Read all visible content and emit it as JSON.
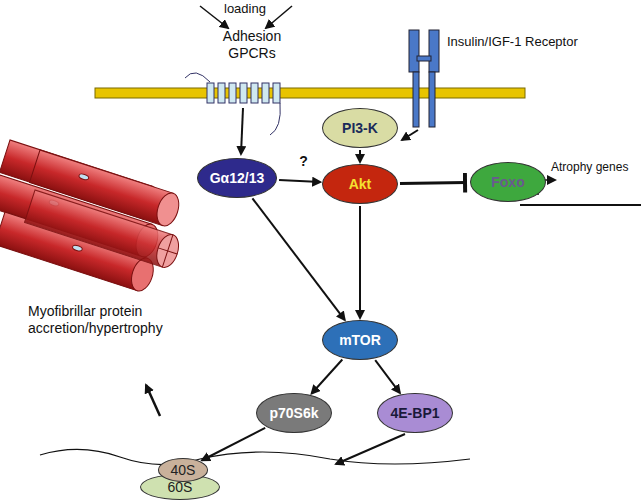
{
  "diagram": {
    "nodes": [
      {
        "text": [
          "PI3-K"
        ]
      },
      {
        "text": [
          "Gα12/13"
        ]
      },
      {
        "text": [
          "Akt"
        ]
      },
      {
        "text": [
          "Foxo"
        ]
      },
      {
        "text": [
          "mTOR"
        ]
      },
      {
        "text": [
          "p70S6k"
        ]
      },
      {
        "text": [
          "4E-BP1"
        ]
      },
      {
        "text": [
          "40S"
        ]
      },
      {
        "text": [
          "60S"
        ]
      }
    ],
    "edges": [
      {
        "from": 0,
        "to": 2,
        "arrow": "to"
      },
      {
        "from": 1,
        "to": 2,
        "label": "?",
        "arrow": "to"
      },
      {
        "from": 2,
        "to": 3,
        "arrow": "to"
      },
      {
        "from": 2,
        "to": 4,
        "arrow": "to"
      },
      {
        "from": 1,
        "to": 4,
        "arrow": "to"
      },
      {
        "from": 4,
        "to": 5,
        "arrow": "to"
      },
      {
        "from": 4,
        "to": 6,
        "arrow": "to"
      },
      {
        "from": 5,
        "to": 7,
        "arrow": "to"
      }
    ],
    "labels": [
      "loading",
      "Adhesion GPCRs",
      "Insulin/IGF-1 Receptor",
      "Atrophy genes",
      "Myofibrillar protein accretion/hypertrophy"
    ]
  }
}
